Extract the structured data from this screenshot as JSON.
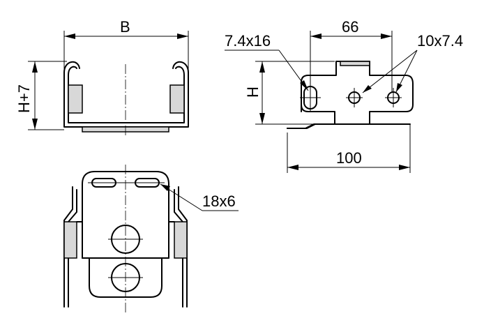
{
  "labels": {
    "width_b": "B",
    "height_h7": "H+7",
    "height_h": "H",
    "dim_66": "66",
    "dim_100": "100",
    "slot_7_4x16": "7.4x16",
    "hole_10x7_4": "10x7.4",
    "slot_18x6": "18x6"
  }
}
